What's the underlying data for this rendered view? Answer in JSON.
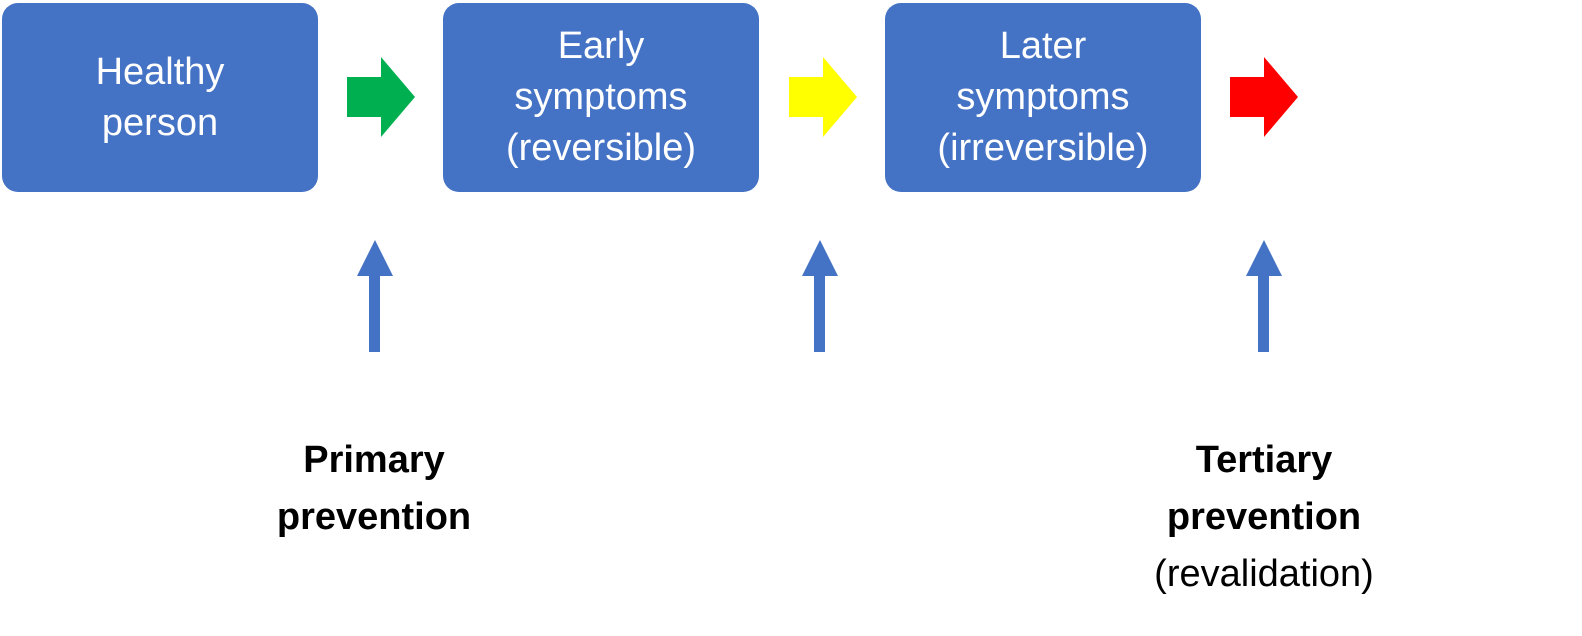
{
  "stages": [
    {
      "lines": [
        "Healthy",
        "person"
      ]
    },
    {
      "lines": [
        "Early",
        "symptoms",
        "(reversible)"
      ]
    },
    {
      "lines": [
        "Later",
        "symptoms",
        "(irreversible)"
      ]
    }
  ],
  "flow_arrows": [
    {
      "color": "#00b050"
    },
    {
      "color": "#ffff00"
    },
    {
      "color": "#ff0000"
    }
  ],
  "stage_box_color": "#4472c4",
  "up_arrow_color": "#4472c4",
  "prevention_labels": {
    "primary": {
      "line1": "Primary",
      "line2": "prevention"
    },
    "tertiary": {
      "line1": "Tertiary",
      "line2": "prevention",
      "note": "(revalidation)"
    }
  }
}
